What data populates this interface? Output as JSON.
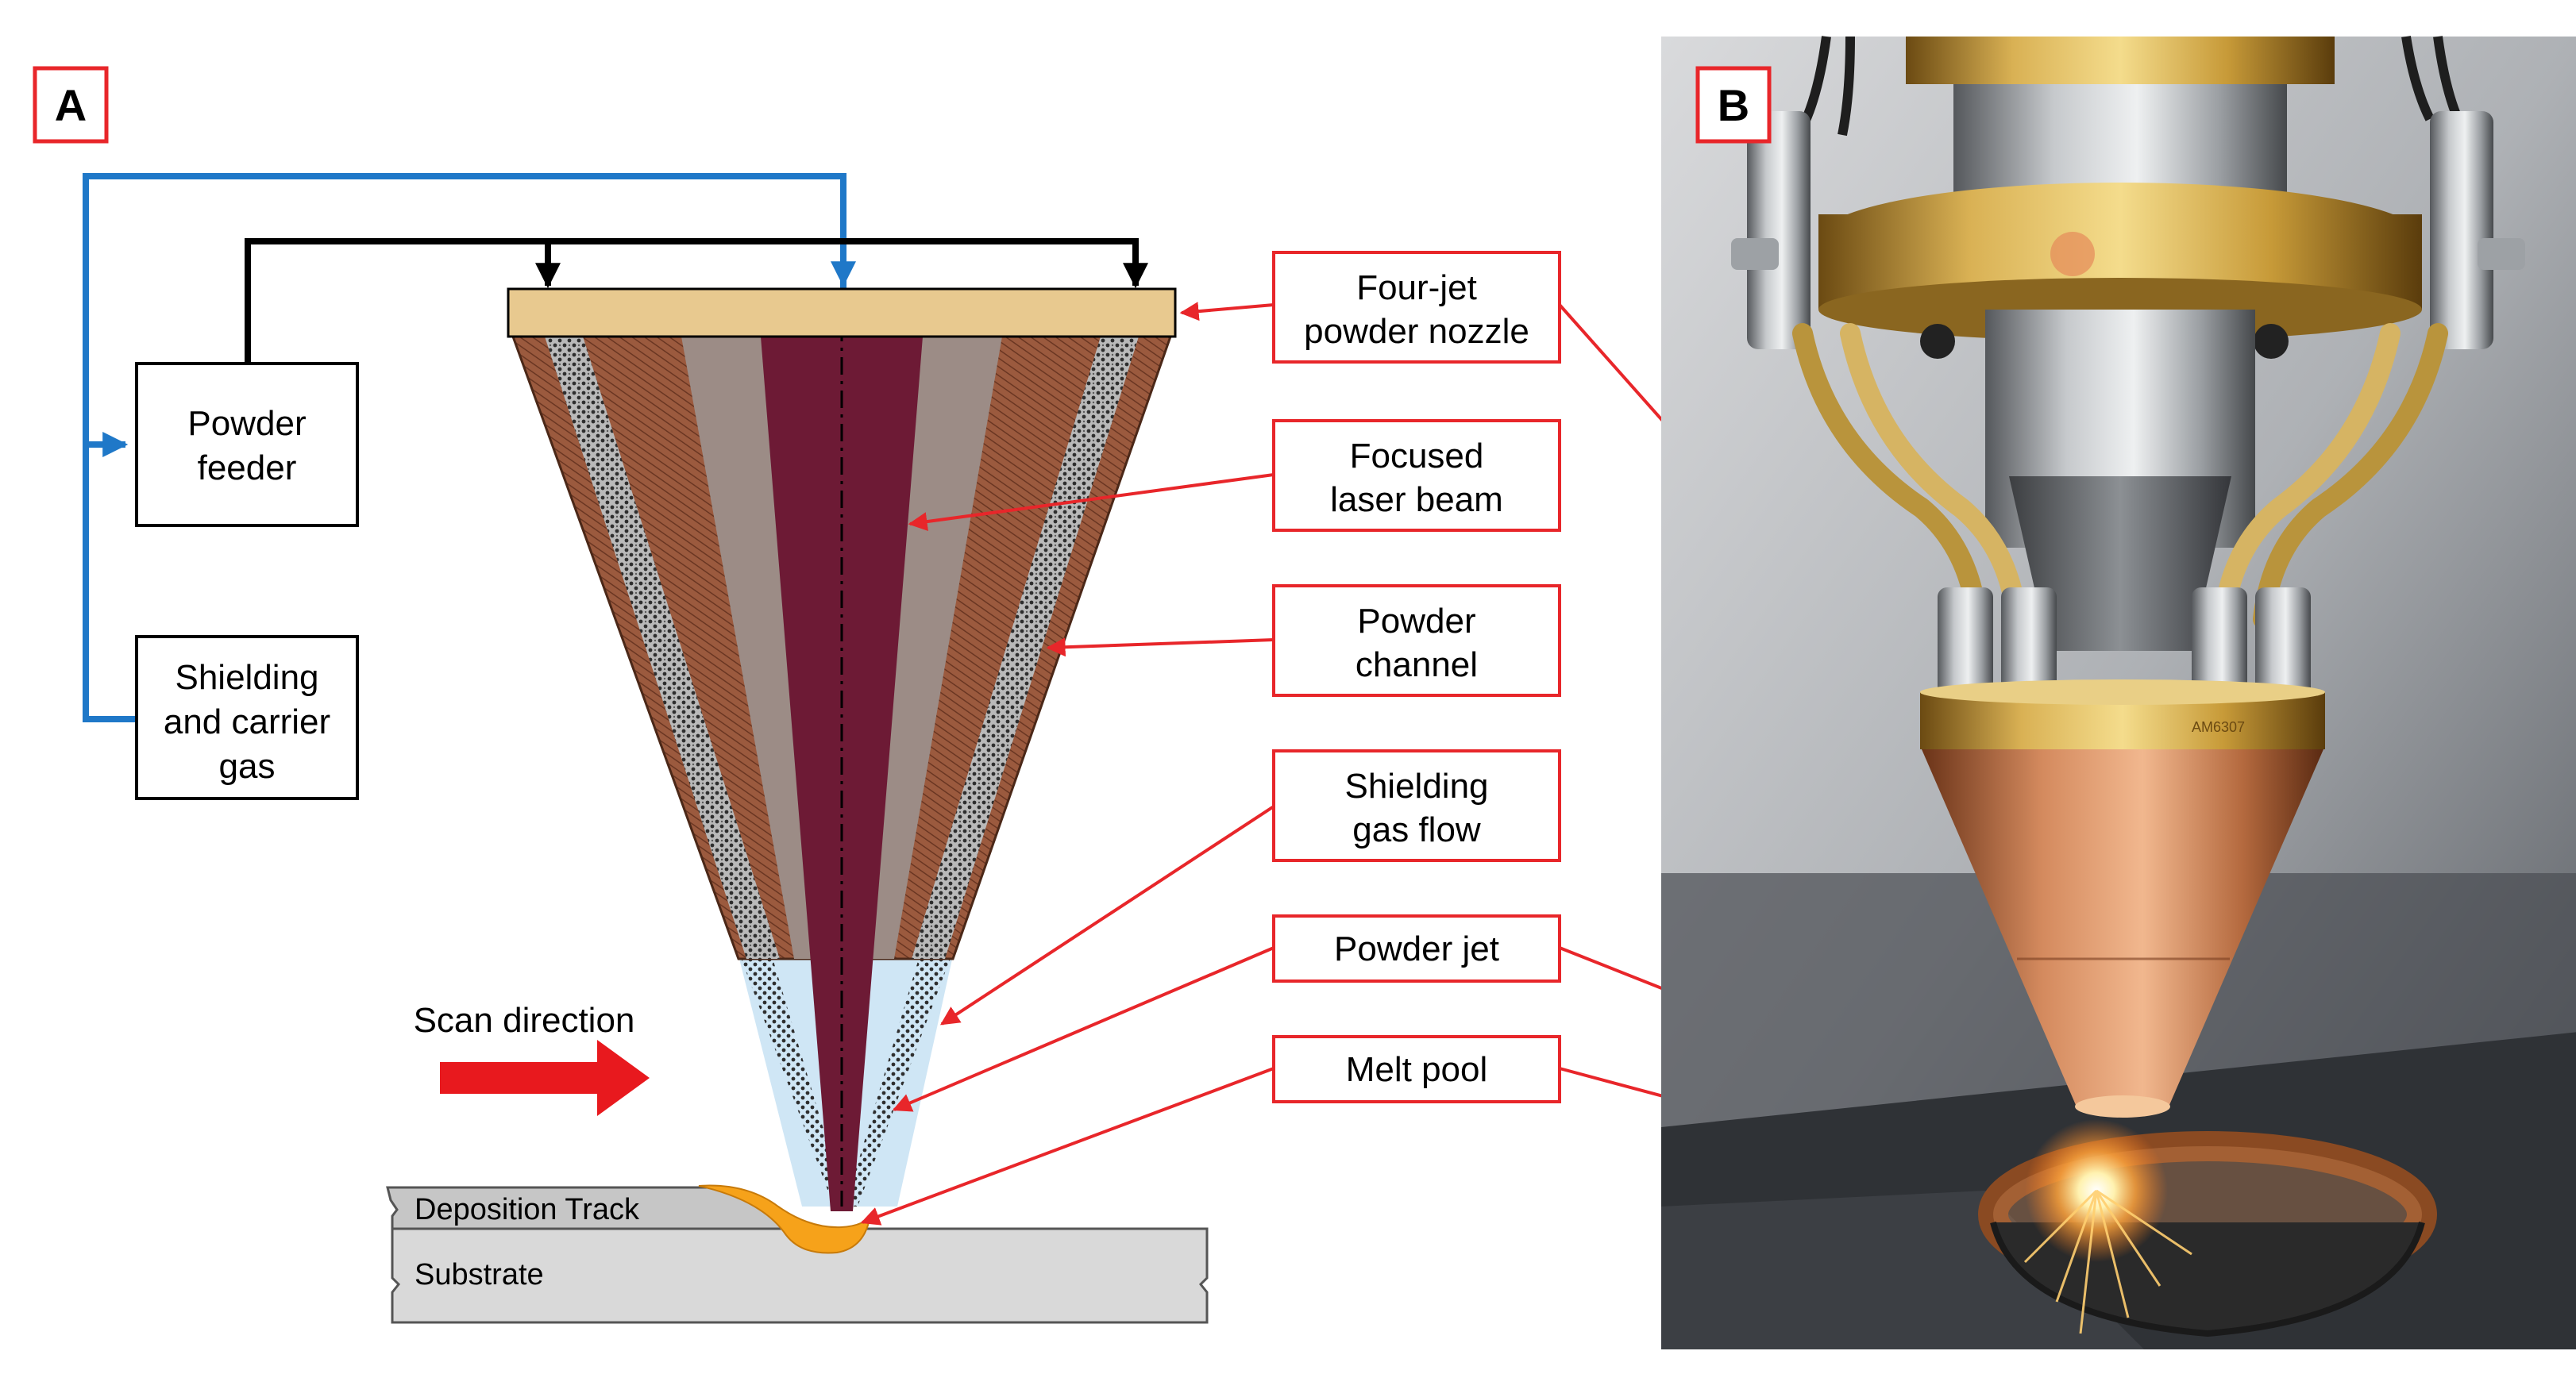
{
  "panel_a": {
    "label": "A",
    "boxes": {
      "powder_feeder": [
        "Powder",
        "feeder"
      ],
      "shielding_gas": [
        "Shielding",
        "and carrier",
        "gas"
      ]
    },
    "callouts": {
      "nozzle": [
        "Four-jet",
        "powder nozzle"
      ],
      "laser": [
        "Focused",
        "laser beam"
      ],
      "channel": [
        "Powder",
        "channel"
      ],
      "gas_flow": [
        "Shielding",
        "gas flow"
      ],
      "powder_jet": [
        "Powder jet"
      ],
      "melt_pool": [
        "Melt pool"
      ]
    },
    "scan_direction": "Scan direction",
    "deposition_track": "Deposition Track",
    "substrate": "Substrate"
  },
  "panel_b": {
    "label": "B",
    "engraving": "AM6307"
  },
  "colors": {
    "callout_red": "#e8262a",
    "gas_line_blue": "#1f78c8",
    "nozzle_plate": "#e8c98f",
    "laser_beam": "#6d1a35",
    "copper_wall": "#9b5a3e",
    "gray_insert": "#9c8c86",
    "shielding_gas": "#cfe6f5",
    "melt_pool": "#f6a21a",
    "substrate": "#d9d9d9"
  }
}
